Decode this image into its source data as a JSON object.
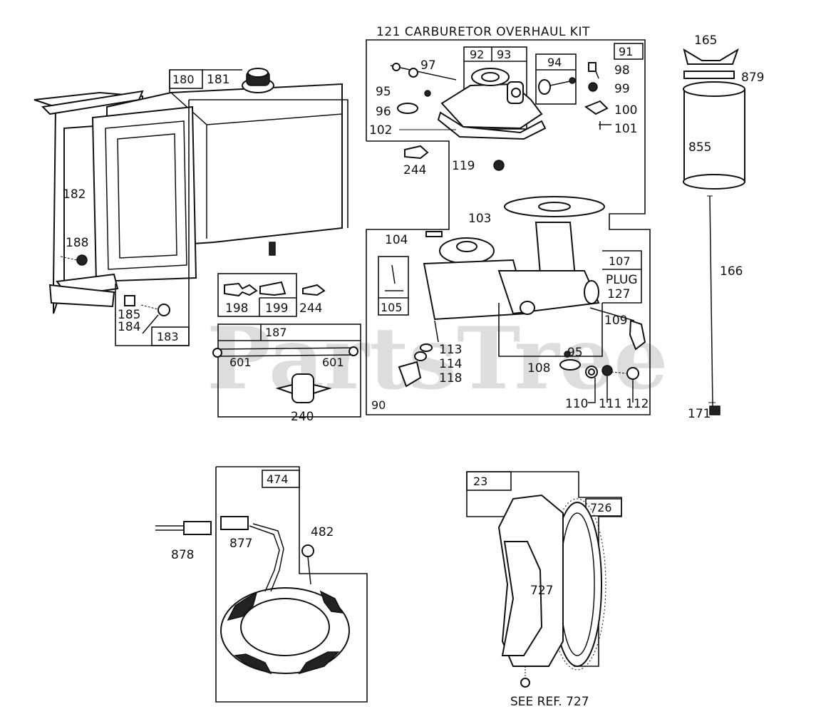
{
  "watermark": "PartsTree",
  "carburetor_kit_title": "121 CARBURETOR OVERHAUL KIT",
  "see_ref": "SEE REF. 727",
  "plug_label": "PLUG",
  "labels": {
    "l165": "165",
    "l879": "879",
    "l855": "855",
    "l166": "166",
    "l171": "171",
    "l91": "91",
    "l92": "92",
    "l93": "93",
    "l94": "94",
    "l95a": "95",
    "l95b": "95",
    "l96": "96",
    "l97": "97",
    "l98": "98",
    "l99": "99",
    "l100": "100",
    "l101": "101",
    "l102": "102",
    "l103": "103",
    "l104": "104",
    "l105": "105",
    "l107": "107",
    "l108": "108",
    "l109": "109",
    "l110": "110",
    "l111": "111",
    "l112": "112",
    "l113": "113",
    "l114": "114",
    "l118": "118",
    "l119": "119",
    "l127": "127",
    "l90": "90",
    "l180": "180",
    "l181": "181",
    "l182": "182",
    "l183": "183",
    "l184": "184",
    "l185": "185",
    "l187": "187",
    "l188": "188",
    "l198": "198",
    "l199": "199",
    "l244a": "244",
    "l244b": "244",
    "l240": "240",
    "l601a": "601",
    "l601b": "601",
    "l474": "474",
    "l482": "482",
    "l877": "877",
    "l878": "878",
    "l23": "23",
    "l726": "726",
    "l727": "727"
  }
}
